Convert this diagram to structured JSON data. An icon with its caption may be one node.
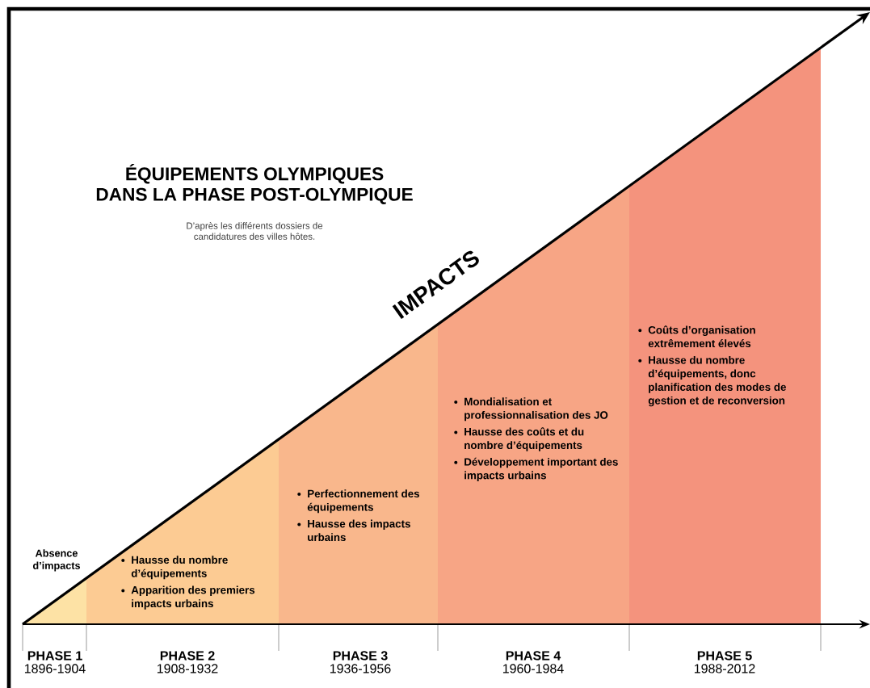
{
  "diagram": {
    "title": "ÉQUIPEMENTS OLYMPIQUES DANS LA PHASE POST-OLYMPIQUE",
    "nodes": [
      {
        "text": [
          "Absence d’impacts"
        ],
        "beside": [
          "PHASE 1",
          "1896-1904"
        ]
      },
      {
        "text": [
          "Hausse du nombre d’équipements",
          "Apparition des premiers impacts urbains"
        ],
        "beside": [
          "PHASE 2",
          "1908-1932"
        ]
      },
      {
        "text": [
          "Perfectionnement des équipements",
          "Hausse des impacts urbains"
        ],
        "beside": [
          "PHASE 3",
          "1936-1956"
        ]
      },
      {
        "text": [
          "Mondialisation et professionnalisation des JO",
          "Hausse des coûts et du nombre d’équipements",
          "Développement important des impacts urbains"
        ],
        "beside": [
          "PHASE 4",
          "1960-1984"
        ]
      },
      {
        "text": [
          "Coûts d’organisation extrêmement élevés",
          "Hausse du nombre d’équipements, donc planification des modes de gestion et de reconversion"
        ],
        "beside": [
          "PHASE 5",
          "1988-2012"
        ]
      }
    ],
    "labels": [
      "D’après les différents dossiers de candidatures des villes hôtes.",
      "IMPACTS"
    ]
  }
}
